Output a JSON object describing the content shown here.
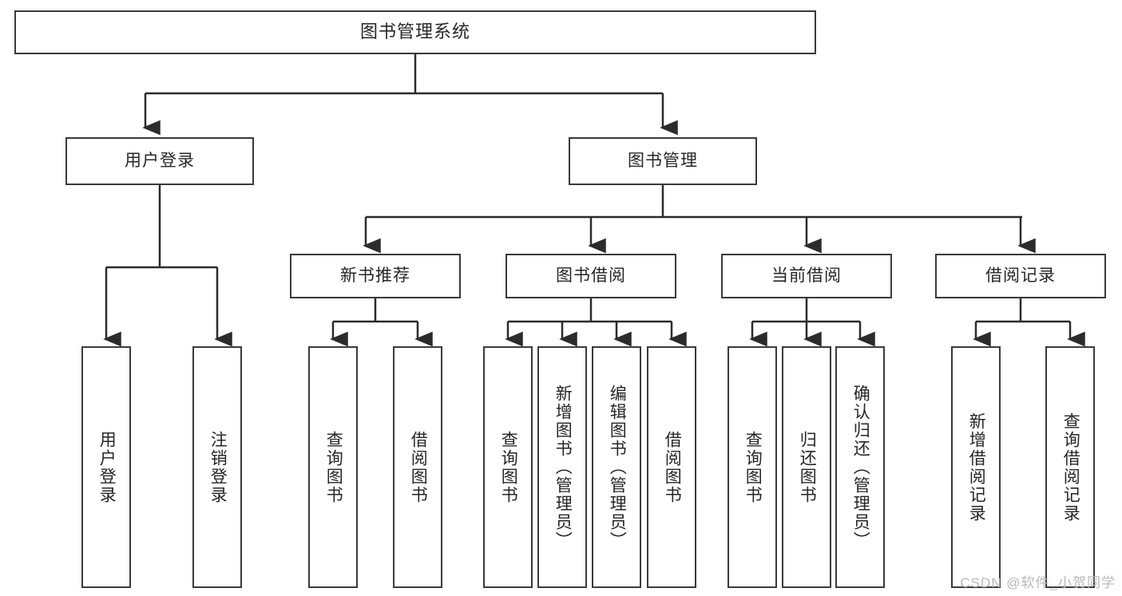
{
  "diagram": {
    "title": "图书管理系统",
    "type": "tree",
    "watermark": "CSDN @软件_小贺同学",
    "colors": {
      "box_border": "#3a3a3a",
      "box_fill": "#ffffff",
      "connector": "#2b2b2b",
      "text": "#262626",
      "watermark": "#b9b9b9",
      "background": "#ffffff"
    },
    "nodes": {
      "root": {
        "label": "图书管理系统"
      },
      "level2": [
        {
          "label": "用户登录"
        },
        {
          "label": "图书管理"
        }
      ],
      "level3": [
        {
          "label": "新书推荐"
        },
        {
          "label": "图书借阅"
        },
        {
          "label": "当前借阅"
        },
        {
          "label": "借阅记录"
        }
      ],
      "leaves": [
        {
          "label": "用户登录",
          "parent": "用户登录"
        },
        {
          "label": "注销登录",
          "parent": "用户登录"
        },
        {
          "label": "查询图书",
          "parent": "新书推荐"
        },
        {
          "label": "借阅图书",
          "parent": "新书推荐"
        },
        {
          "label": "查询图书",
          "parent": "图书借阅"
        },
        {
          "label": "新增图书（管理员）",
          "parent": "图书借阅"
        },
        {
          "label": "编辑图书（管理员）",
          "parent": "图书借阅"
        },
        {
          "label": "借阅图书",
          "parent": "图书借阅"
        },
        {
          "label": "查询图书",
          "parent": "当前借阅"
        },
        {
          "label": "归还图书",
          "parent": "当前借阅"
        },
        {
          "label": "确认归还（管理员）",
          "parent": "当前借阅"
        },
        {
          "label": "新增借阅记录",
          "parent": "借阅记录"
        },
        {
          "label": "查询借阅记录",
          "parent": "借阅记录"
        }
      ]
    }
  }
}
